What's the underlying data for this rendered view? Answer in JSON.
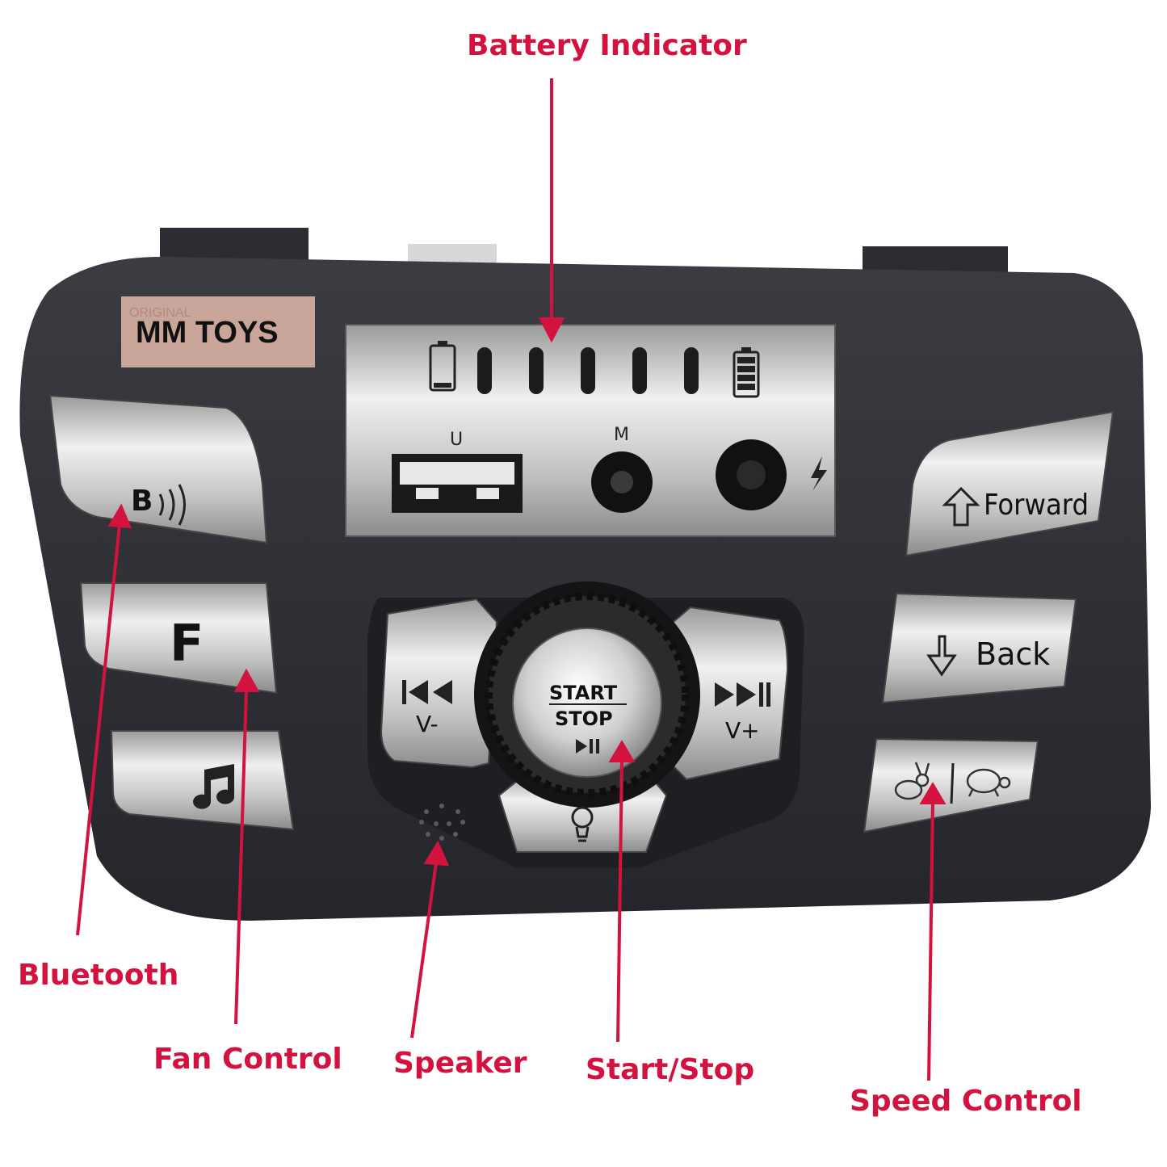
{
  "brand_sticker": {
    "text": "MM TOYS",
    "watermark": "ORIGINAL"
  },
  "ports": {
    "usb_label": "U",
    "aux_label": "M"
  },
  "buttons": {
    "bluetooth": "B",
    "fan": "F",
    "forward": "Forward",
    "back": "Back",
    "start_stop": [
      "START",
      "STOP"
    ],
    "prev": "V-",
    "next": "V+"
  },
  "callouts": {
    "battery": "Battery Indicator",
    "bluetooth": "Bluetooth",
    "fan": "Fan Control",
    "speaker": "Speaker",
    "start_stop": "Start/Stop",
    "speed": "Speed Control"
  },
  "colors": {
    "callout": "#d3123f",
    "panel": "#2a2c31",
    "silver": "#c9c9c9"
  },
  "icons": [
    "battery-empty-icon",
    "battery-full-icon",
    "usb-port-icon",
    "aux-jack-icon",
    "charge-port-icon",
    "lightning-icon",
    "bluetooth-waves-icon",
    "music-note-icon",
    "up-arrow-icon",
    "down-arrow-icon",
    "rabbit-icon",
    "turtle-icon",
    "prev-track-icon",
    "next-track-icon",
    "play-pause-icon",
    "light-bulb-icon",
    "speaker-grille-icon"
  ]
}
